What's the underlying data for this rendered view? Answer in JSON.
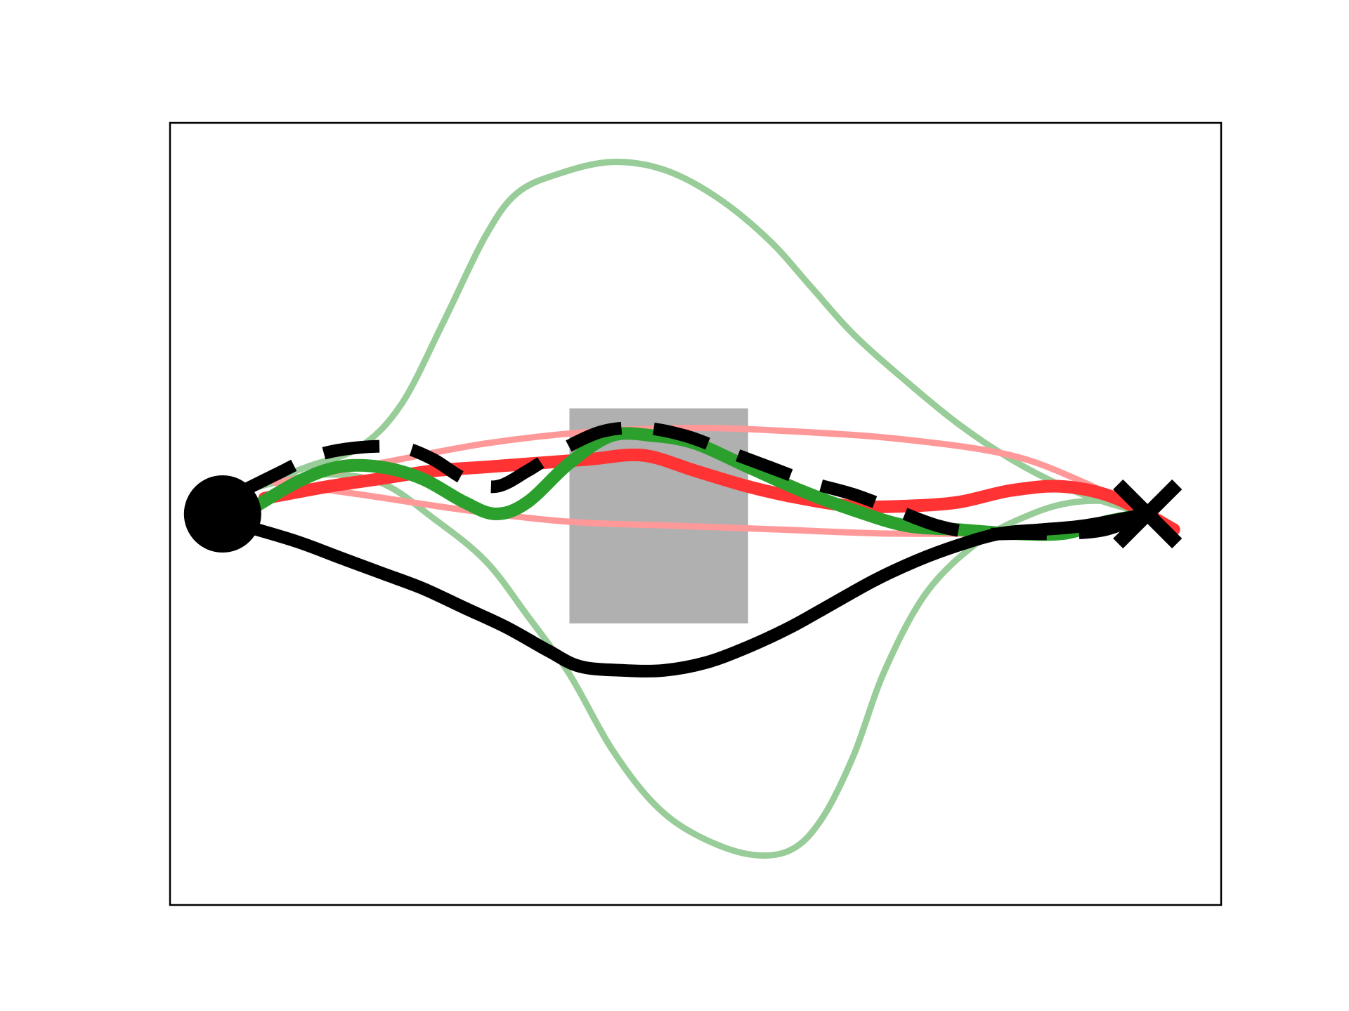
{
  "chart_data": {
    "type": "line",
    "title": "",
    "xlabel": "",
    "ylabel": "",
    "ticks": "none",
    "grid": false,
    "legend": "none",
    "xlim": [
      0,
      1
    ],
    "ylim": [
      -1,
      1
    ],
    "start": {
      "x": 0.05,
      "y": 0.0,
      "marker": "circle",
      "color": "#000000"
    },
    "goal": {
      "x": 0.93,
      "y": 0.0,
      "marker": "x",
      "color": "#000000"
    },
    "obstacle": {
      "x0": 0.38,
      "x1": 0.55,
      "y0": -0.28,
      "y1": 0.27,
      "color": "#b0b0b0"
    },
    "series": [
      {
        "color": "#98cc98",
        "style": "solid",
        "width": 9,
        "x": [
          0.07,
          0.13,
          0.18,
          0.22,
          0.26,
          0.3,
          0.33,
          0.37,
          0.42,
          0.47,
          0.52,
          0.57,
          0.61,
          0.65,
          0.7,
          0.75,
          0.8,
          0.85,
          0.89,
          0.93
        ],
        "y": [
          0.06,
          0.12,
          0.17,
          0.28,
          0.49,
          0.71,
          0.82,
          0.87,
          0.9,
          0.88,
          0.81,
          0.7,
          0.58,
          0.46,
          0.34,
          0.23,
          0.14,
          0.07,
          0.03,
          0.0
        ]
      },
      {
        "color": "#98cc98",
        "style": "solid",
        "width": 9,
        "x": [
          0.07,
          0.14,
          0.2,
          0.25,
          0.3,
          0.34,
          0.38,
          0.42,
          0.46,
          0.5,
          0.55,
          0.59,
          0.62,
          0.65,
          0.68,
          0.72,
          0.77,
          0.82,
          0.86,
          0.9,
          0.93
        ],
        "y": [
          0.06,
          0.1,
          0.08,
          -0.01,
          -0.12,
          -0.26,
          -0.41,
          -0.6,
          -0.74,
          -0.82,
          -0.87,
          -0.86,
          -0.78,
          -0.62,
          -0.4,
          -0.2,
          -0.07,
          0.0,
          0.03,
          0.03,
          0.0
        ]
      },
      {
        "color": "#ff9999",
        "style": "solid",
        "width": 9,
        "x": [
          0.1,
          0.2,
          0.3,
          0.4,
          0.5,
          0.6,
          0.7,
          0.8,
          0.87,
          0.93
        ],
        "y": [
          0.08,
          0.13,
          0.18,
          0.21,
          0.22,
          0.21,
          0.19,
          0.15,
          0.08,
          0.0
        ]
      },
      {
        "color": "#ff9999",
        "style": "solid",
        "width": 9,
        "x": [
          0.1,
          0.18,
          0.28,
          0.38,
          0.48,
          0.58,
          0.68,
          0.78,
          0.86,
          0.93
        ],
        "y": [
          0.08,
          0.05,
          0.01,
          -0.02,
          -0.03,
          -0.04,
          -0.05,
          -0.05,
          -0.05,
          0.0
        ]
      },
      {
        "color": "#ff3333",
        "style": "solid",
        "width": 18,
        "x": [
          0.09,
          0.15,
          0.2,
          0.25,
          0.3,
          0.35,
          0.4,
          0.45,
          0.5,
          0.55,
          0.6,
          0.65,
          0.7,
          0.75,
          0.8,
          0.85,
          0.9,
          0.955
        ],
        "y": [
          0.04,
          0.07,
          0.09,
          0.11,
          0.12,
          0.13,
          0.14,
          0.15,
          0.11,
          0.07,
          0.04,
          0.02,
          0.02,
          0.03,
          0.06,
          0.07,
          0.04,
          -0.04
        ]
      },
      {
        "color": "#2ca02c",
        "style": "solid",
        "width": 18,
        "x": [
          0.07,
          0.12,
          0.16,
          0.2,
          0.24,
          0.28,
          0.31,
          0.34,
          0.38,
          0.42,
          0.46,
          0.5,
          0.55,
          0.6,
          0.65,
          0.7,
          0.75,
          0.8,
          0.85,
          0.89,
          0.93
        ],
        "y": [
          0.0,
          0.08,
          0.12,
          0.12,
          0.09,
          0.03,
          0.0,
          0.03,
          0.13,
          0.2,
          0.2,
          0.18,
          0.12,
          0.06,
          0.01,
          -0.03,
          -0.04,
          -0.05,
          -0.05,
          -0.02,
          0.0
        ]
      },
      {
        "color": "#000000",
        "style": "dashed",
        "width": 18,
        "x": [
          0.07,
          0.1,
          0.14,
          0.18,
          0.22,
          0.25,
          0.28,
          0.31,
          0.34,
          0.37,
          0.41,
          0.45,
          0.49,
          0.53,
          0.57,
          0.61,
          0.65,
          0.69,
          0.73,
          0.77,
          0.81,
          0.85,
          0.89,
          0.93
        ],
        "y": [
          0.06,
          0.1,
          0.15,
          0.17,
          0.17,
          0.14,
          0.09,
          0.07,
          0.11,
          0.16,
          0.21,
          0.22,
          0.2,
          0.16,
          0.12,
          0.08,
          0.05,
          0.01,
          -0.03,
          -0.05,
          -0.05,
          -0.05,
          -0.04,
          0.0
        ]
      },
      {
        "color": "#000000",
        "style": "solid",
        "width": 18,
        "x": [
          0.07,
          0.12,
          0.16,
          0.2,
          0.24,
          0.28,
          0.32,
          0.36,
          0.39,
          0.43,
          0.47,
          0.51,
          0.55,
          0.59,
          0.63,
          0.67,
          0.71,
          0.75,
          0.79,
          0.83,
          0.87,
          0.93
        ],
        "y": [
          -0.03,
          -0.07,
          -0.11,
          -0.15,
          -0.19,
          -0.24,
          -0.29,
          -0.35,
          -0.39,
          -0.4,
          -0.4,
          -0.38,
          -0.34,
          -0.29,
          -0.23,
          -0.17,
          -0.12,
          -0.08,
          -0.05,
          -0.04,
          -0.03,
          0.0
        ]
      }
    ]
  }
}
